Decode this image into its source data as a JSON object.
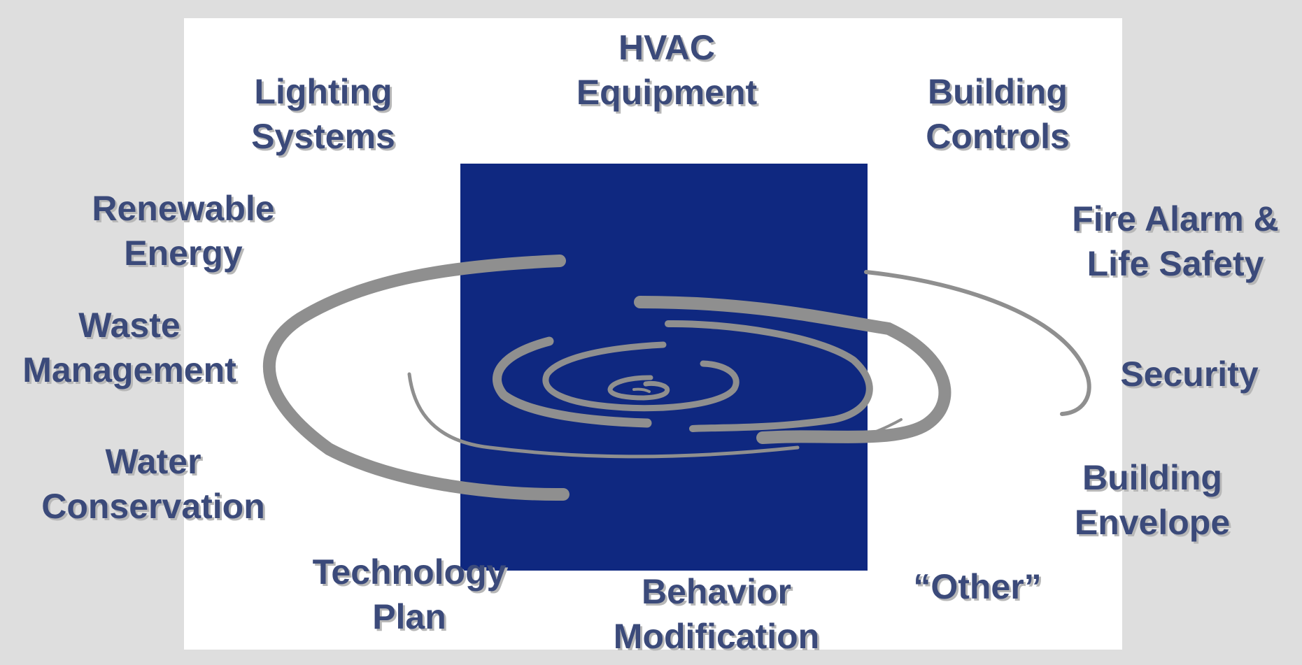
{
  "diagram": {
    "colors": {
      "background": "#dedede",
      "panel": "#ffffff",
      "center_square": "#0f2880",
      "swirl": "#8f8f8f",
      "label_text": "#3b4a7a",
      "label_shadow": "#b7b7b7"
    },
    "labels": {
      "hvac": [
        "HVAC",
        "Equipment"
      ],
      "lighting": [
        "Lighting",
        "Systems"
      ],
      "building_controls": [
        "Building",
        "Controls"
      ],
      "renewable": [
        "Renewable",
        "Energy"
      ],
      "fire_alarm": [
        "Fire Alarm &",
        "Life Safety"
      ],
      "waste": [
        "Waste",
        "Management"
      ],
      "security": [
        "Security"
      ],
      "water": [
        "Water",
        "Conservation"
      ],
      "envelope": [
        "Building",
        "Envelope"
      ],
      "technology": [
        "Technology",
        "Plan"
      ],
      "behavior": [
        "Behavior",
        "Modification"
      ],
      "other": [
        "“Other”"
      ]
    }
  }
}
